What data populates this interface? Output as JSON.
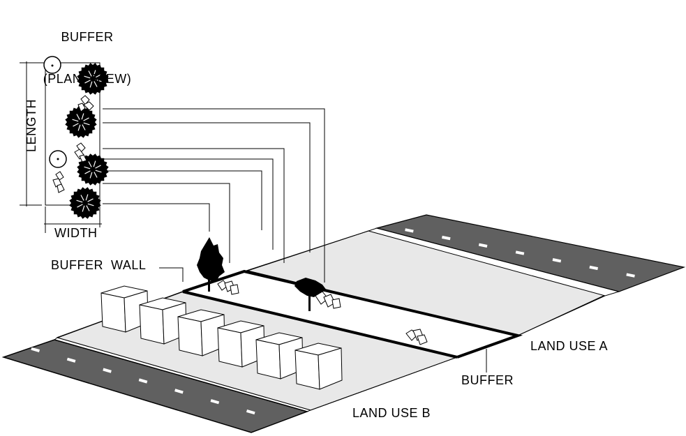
{
  "title": "Buffer plan view and isometric diagram",
  "plan_view": {
    "title_line1": "BUFFER",
    "title_line2": "(PLAN   VIEW)",
    "length_label": "LENGTH",
    "width_label": "WIDTH",
    "elements": [
      {
        "type": "deciduous-tree-symbol",
        "kind": "circle"
      },
      {
        "type": "evergreen-tree-symbol",
        "kind": "dense"
      },
      {
        "type": "shrub-cluster"
      },
      {
        "type": "evergreen-tree-symbol",
        "kind": "dense"
      },
      {
        "type": "shrub-cluster"
      },
      {
        "type": "deciduous-tree-symbol",
        "kind": "circle"
      },
      {
        "type": "evergreen-tree-symbol",
        "kind": "dense"
      },
      {
        "type": "shrub-cluster"
      },
      {
        "type": "evergreen-tree-symbol",
        "kind": "dense"
      }
    ]
  },
  "isometric": {
    "labels": {
      "buffer_wall": "BUFFER  WALL",
      "land_use_a": "LAND USE A",
      "buffer": "BUFFER",
      "land_use_b": "LAND USE B"
    },
    "buildings_count": 6,
    "road_dashes_per_road": 7
  },
  "colors": {
    "road": "#606060",
    "land": "#e8e8e8",
    "buffer": "#ffffff",
    "ink": "#000000",
    "dash": "#ffffff"
  }
}
